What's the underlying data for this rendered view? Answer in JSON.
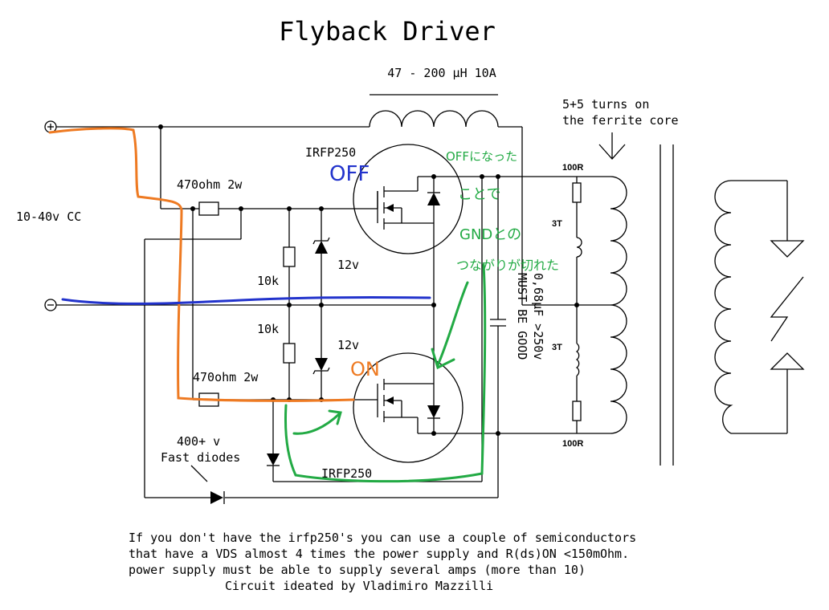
{
  "title": "Flyback Driver",
  "inductor_label": "47 - 200 µH 10A",
  "core_note": [
    "5+5 turns on",
    "the ferrite core"
  ],
  "input_label": "10-40v CC",
  "terminals": {
    "plus": "+",
    "minus": "−"
  },
  "resistors": {
    "r_gate_top": "470ohm 2w",
    "r_gate_bottom": "470ohm 2w",
    "r_top": "10k",
    "r_bottom": "10k",
    "r_snub_top": "100R",
    "r_snub_bottom": "100R"
  },
  "zeners": {
    "top": "12v",
    "bottom": "12v"
  },
  "mosfets": {
    "top": "IRFP250",
    "bottom": "IRFP250"
  },
  "inductors": {
    "top": "3T",
    "bottom": "3T"
  },
  "capacitor": [
    "0,68µF >250v",
    "MUST BE GOOD"
  ],
  "diodes_note": [
    "400+ v",
    "Fast diodes"
  ],
  "footer": [
    "If you don't have the irfp250's you can use a couple of semiconductors",
    "that have a VDS almost 4 times the power supply and R(ds)ON <150mOhm.",
    "power supply must be able to supply several amps (more than 10)",
    "Circuit ideated by Vladimiro Mazzilli"
  ],
  "annotations": {
    "off": "OFF",
    "on": "ON",
    "note_line1": "OFFになった",
    "note_line2": "ことで",
    "note_line3": "GNDとの",
    "note_line4": "つながりが切れた"
  },
  "colors": {
    "orange": "#ee7a22",
    "blue": "#2233cc",
    "green": "#22aa44",
    "line": "#000000"
  }
}
